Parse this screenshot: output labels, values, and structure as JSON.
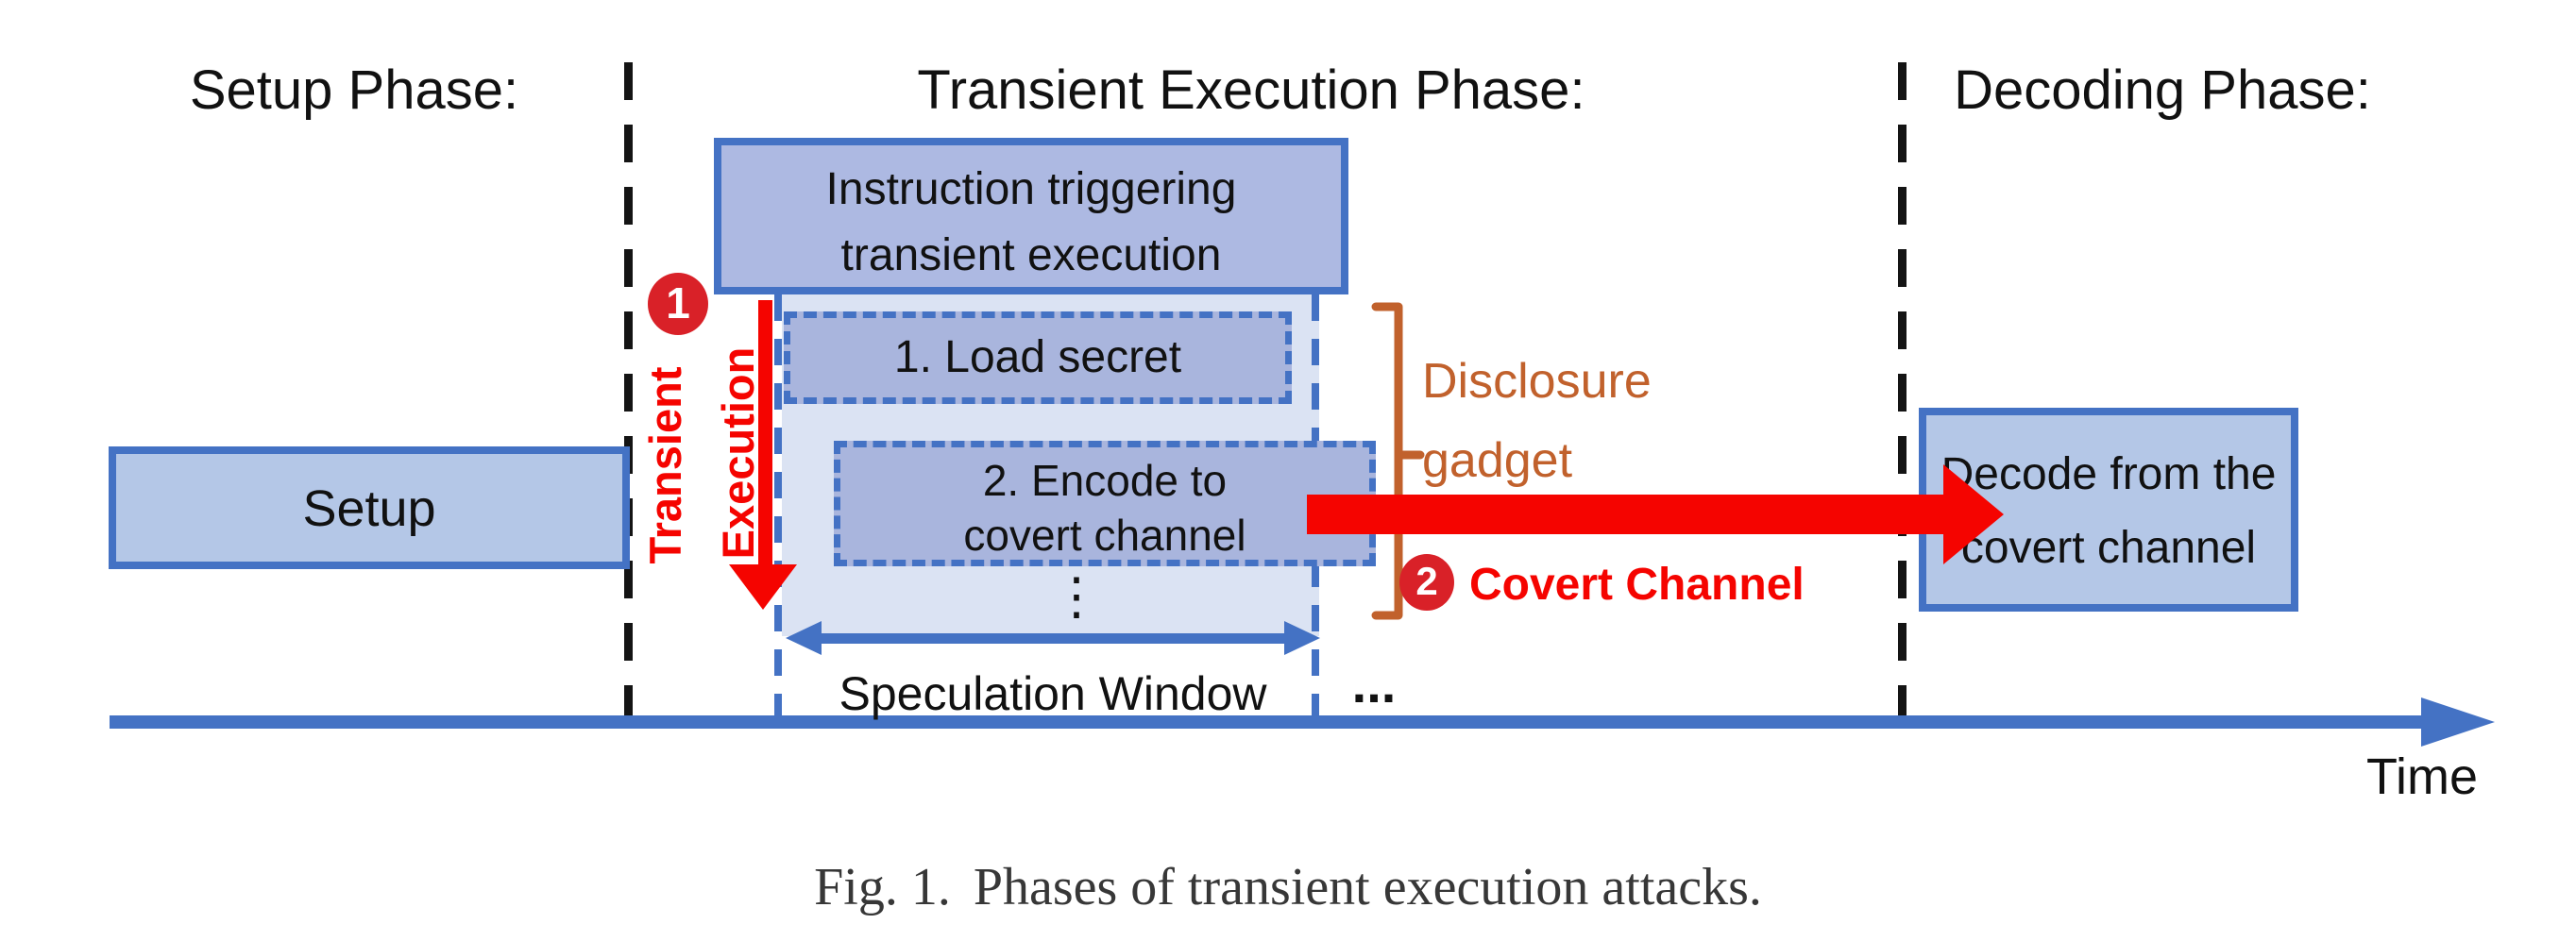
{
  "figure": {
    "phase_labels": {
      "setup": "Setup Phase:",
      "transient": "Transient Execution Phase:",
      "decoding": "Decoding Phase:"
    },
    "boxes": {
      "setup": "Setup",
      "instruction_line1": "Instruction triggering",
      "instruction_line2": "transient execution",
      "step1": "1. Load secret",
      "step2_line1": "2. Encode to",
      "step2_line2": "covert channel",
      "decode_line1": "Decode from the",
      "decode_line2": "covert channel"
    },
    "annotations": {
      "badge1": "1",
      "badge2": "2",
      "transient_rot_word1": "Transient",
      "transient_rot_word2": "Execution",
      "disclosure_line1": "Disclosure",
      "disclosure_line2": "gadget",
      "covert_channel": "Covert Channel",
      "speculation_window": "Speculation Window",
      "ellipsis_horizontal": "...",
      "ellipsis_vertical": "⋮",
      "time": "Time"
    },
    "caption_prefix": "Fig. 1.",
    "caption_text": "Phases of transient execution attacks."
  },
  "colors": {
    "box_border_blue": "#4472c4",
    "box_fill_light_blue": "#b4c7e7",
    "box_fill_periwinkle": "#a9b5dd",
    "speculation_window_fill": "#dbe3f3",
    "timeline_blue": "#4472c4",
    "separator_black": "#141414",
    "accent_red": "#f50400",
    "badge_red": "#d92128",
    "accent_orange": "#c1612c",
    "caption_gray": "#373737"
  }
}
